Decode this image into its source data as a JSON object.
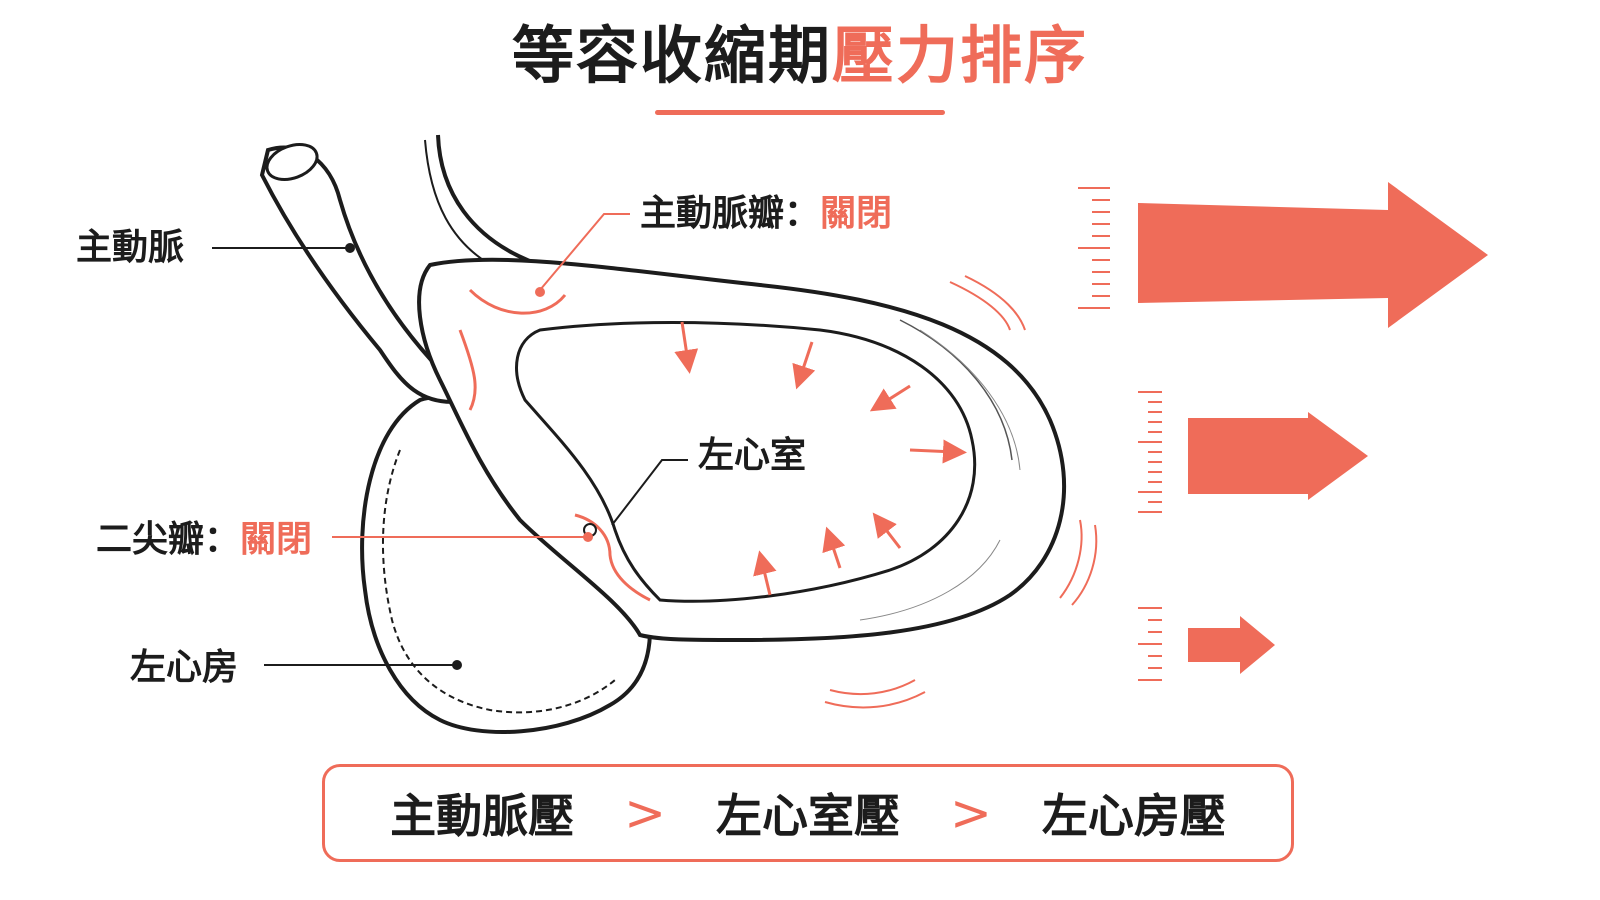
{
  "title": {
    "part1": "等容收縮期",
    "part2": "壓力排序"
  },
  "labels": {
    "aorta": "主動脈",
    "aortic_valve": "主動脈瓣：",
    "aortic_valve_state": "關閉",
    "left_ventricle": "左心室",
    "mitral_valve": "二尖瓣：",
    "mitral_valve_state": "關閉",
    "left_atrium": "左心房"
  },
  "pressure_order": {
    "first": "主動脈壓",
    "second": "左心室壓",
    "third": "左心房壓",
    "separator": ">"
  },
  "colors": {
    "accent": "#ef6c59",
    "ink": "#1c1c1c"
  }
}
